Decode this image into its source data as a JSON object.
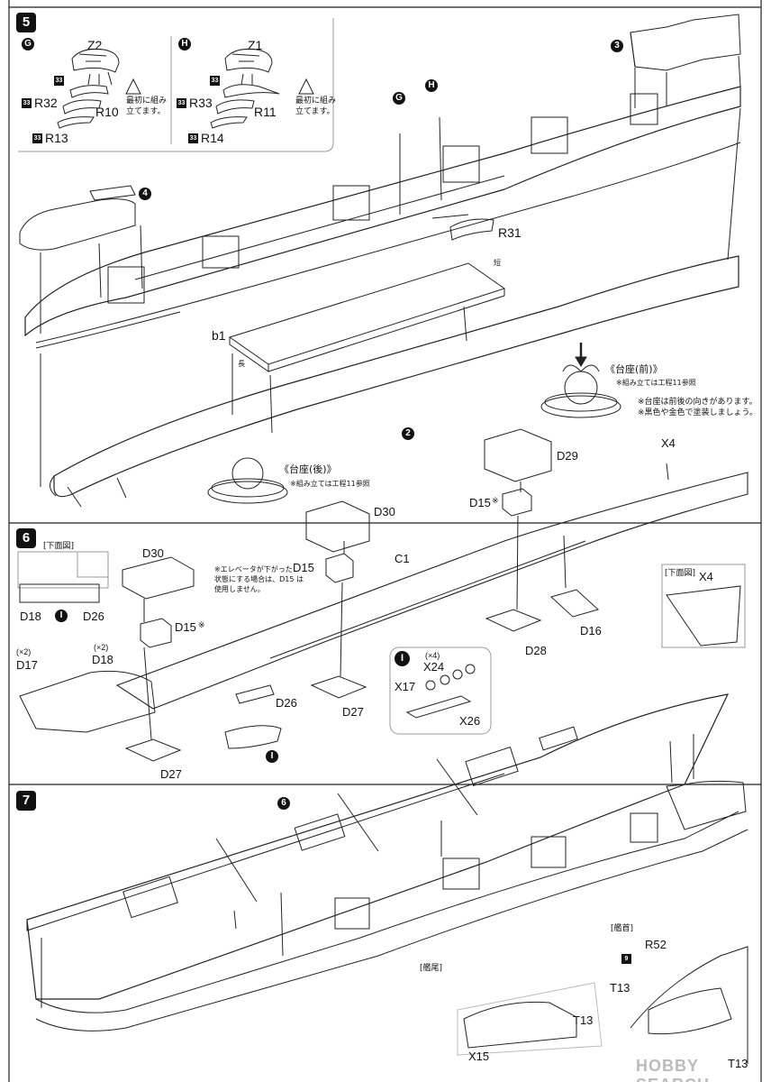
{
  "steps": {
    "s5": "5",
    "s6": "6",
    "s7": "7"
  },
  "step5": {
    "sub_g": {
      "tag": "G",
      "z": "Z2",
      "r_top": "R32",
      "r_mid": "R10",
      "r_bot": "R13",
      "part_num": "33",
      "note": "最初に組み\n立てます。"
    },
    "sub_h": {
      "tag": "H",
      "z": "Z1",
      "r_top": "R33",
      "r_mid": "R11",
      "r_bot": "R14",
      "part_num": "33",
      "note": "最初に組み\n立てます。"
    },
    "ref_3": "3",
    "ref_4": "4",
    "ref_2": "2",
    "tag_g": "G",
    "tag_h": "H",
    "r31": "R31",
    "b1": "b1",
    "short": "短",
    "long": "長",
    "stand_front": "《台座(前)》",
    "stand_front_note": "※組み立ては工程11参照",
    "stand_note1": "※台座は前後の向きがあります。",
    "stand_note2": "※黒色や金色で塗装しましょう。",
    "stand_rear": "《台座(後)》",
    "stand_rear_note": "※組み立ては工程11参照"
  },
  "step6": {
    "bottom_view": "[下面図]",
    "d18_a": "D18",
    "i_a": "I",
    "d26_a": "D26",
    "x2_a": "(×2)",
    "d17": "D17",
    "x2_b": "(×2)",
    "d18_b": "D18",
    "d30_a": "D30",
    "d15_a": "D15",
    "d15_a_mark": "※",
    "d27_a": "D27",
    "d26_b": "D26",
    "i_b": "I",
    "elevator_note": "※エレベータが下がった\n状態にする場合は、D15 は\n使用しません。",
    "d30_b": "D30",
    "d15_b": "D15",
    "d27_b": "D27",
    "c1": "C1",
    "d29": "D29",
    "d15_c": "D15",
    "d15_c_mark": "※",
    "d28": "D28",
    "d16": "D16",
    "x4_a": "X4",
    "bottom_view_b": "[下面図]",
    "x4_b": "X4",
    "sub_i": {
      "tag": "I",
      "x4count": "(×4)",
      "x24": "X24",
      "x17": "X17",
      "x26": "X26"
    }
  },
  "step7": {
    "ref_6": "6",
    "stern_label": "[艦尾]",
    "bow_label": "[艦首]",
    "x15": "X15",
    "t13_a": "T13",
    "r52": "R52",
    "part_9": "9",
    "t13_b": "T13",
    "t13_c": "T13"
  },
  "watermark": "HOBBY SEARCH"
}
